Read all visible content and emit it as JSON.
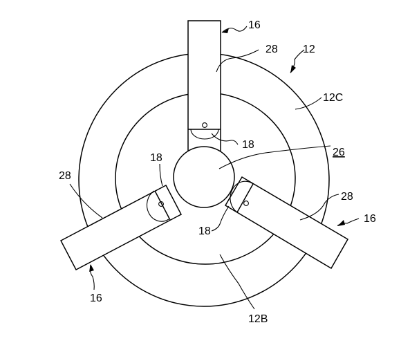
{
  "labels": {
    "arm_top": "16",
    "arm_right": "16",
    "arm_left": "16",
    "slot_top": "28",
    "slot_right": "28",
    "slot_left": "28",
    "assembly": "12",
    "outer_ring": "12C",
    "inner_ring": "12B",
    "hub": "26",
    "recess_top": "18",
    "recess_left": "18",
    "recess_right": "18"
  }
}
